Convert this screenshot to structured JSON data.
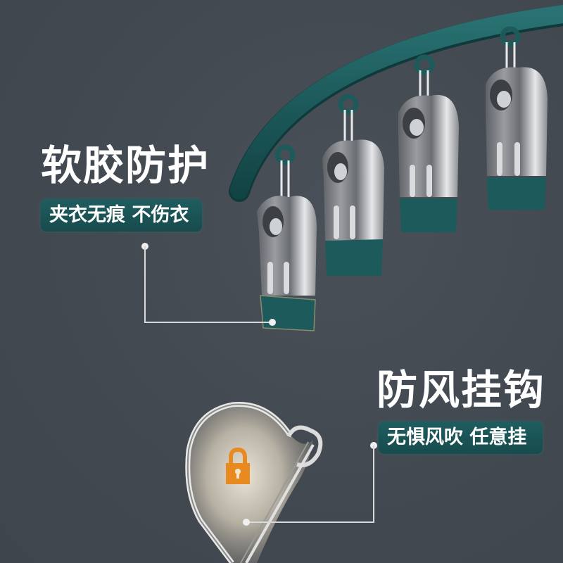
{
  "feature_1": {
    "title": "软胶防护",
    "subtitle": "夹衣无痕 不伤衣"
  },
  "feature_2": {
    "title": "防风挂钩",
    "subtitle": "无惧风吹 任意挂"
  },
  "icons": {
    "lock": "lock-icon"
  },
  "colors": {
    "background": "#434951",
    "rail_green": "#1d5a5b",
    "pill_green": "#1f5d5f",
    "lock_orange": "#e88a1f",
    "text": "#ffffff"
  }
}
